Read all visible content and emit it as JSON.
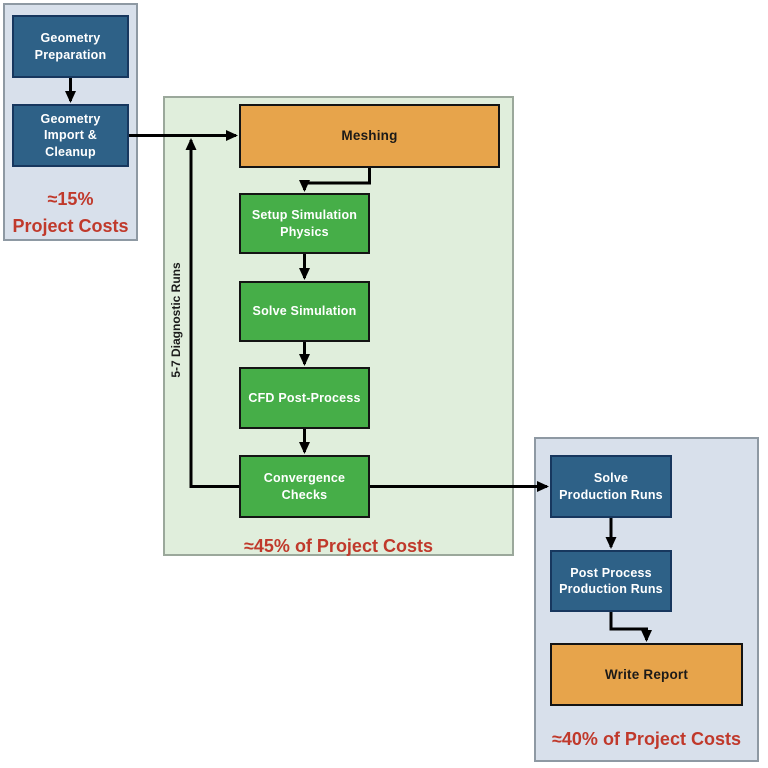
{
  "flow": {
    "geometry_panel": {
      "nodes": [
        {
          "label": "Geometry\nPreparation"
        },
        {
          "label": "Geometry\nImport &\nCleanup"
        }
      ],
      "cost_label": "≈15%\nProject Costs"
    },
    "diagnostic_panel": {
      "loop_label": "5-7 Diagnostic Runs",
      "nodes": [
        {
          "label": "Meshing"
        },
        {
          "label": "Setup Simulation\nPhysics"
        },
        {
          "label": "Solve Simulation"
        },
        {
          "label": "CFD Post-Process"
        },
        {
          "label": "Convergence\nChecks"
        }
      ],
      "cost_label": "≈45% of Project Costs"
    },
    "production_panel": {
      "nodes": [
        {
          "label": "Solve\nProduction Runs"
        },
        {
          "label": "Post Process\nProduction Runs"
        },
        {
          "label": "Write Report"
        }
      ],
      "cost_label": "≈40% of Project Costs"
    },
    "colors": {
      "blue_node": "#2E6187",
      "green_node": "#46AE48",
      "orange_node": "#E7A44B",
      "panel_blue_bg": "#D8E0EB",
      "panel_green_bg": "#E0EEDC",
      "cost_text": "#C0392B",
      "connector": "#000000"
    }
  }
}
